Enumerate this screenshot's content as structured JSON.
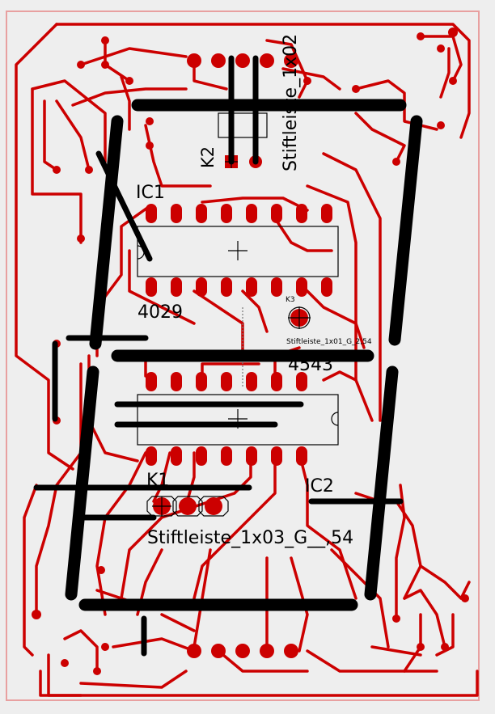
{
  "colors": {
    "background": "#eeeeee",
    "board_outline": "#e8a0a0",
    "copper": "#cc0000",
    "wire": "#000000",
    "silkscreen": "#000000"
  },
  "labels": {
    "k2_part": "Stiftleiste_1x02",
    "k2_ref": "K2",
    "ic1_ref": "IC1",
    "ic1_value": "4029",
    "k3_ref": "K3",
    "k3_part": "Stiftleiste_1x01_G_2,54",
    "ic2_value": "4543",
    "ic2_ref": "IC2",
    "k1_ref": "K1",
    "k1_part": "Stiftleiste_1x03_G__,54"
  }
}
